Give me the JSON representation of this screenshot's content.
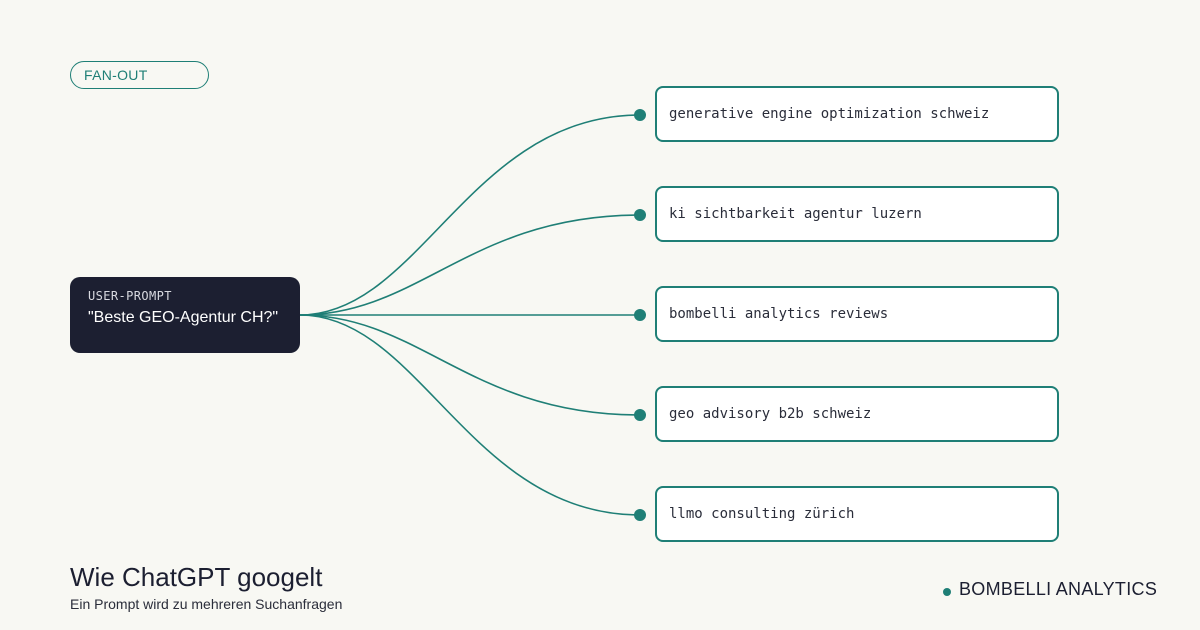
{
  "tag": {
    "label": "FAN-OUT"
  },
  "prompt": {
    "label": "USER-PROMPT",
    "text": "\"Beste GEO-Agentur CH?\""
  },
  "queries": [
    "generative engine optimization schweiz",
    "ki sichtbarkeit agentur luzern",
    "bombelli analytics reviews",
    "geo advisory b2b schweiz",
    "llmo consulting zürich"
  ],
  "footer": {
    "title": "Wie ChatGPT googelt",
    "subtitle": "Ein Prompt wird zu mehreren Suchanfragen"
  },
  "brand": {
    "name": "BOMBELLI ANALYTICS"
  },
  "colors": {
    "accent": "#1f7f76",
    "prompt_bg": "#1c1f31",
    "page_bg": "#f8f8f3"
  }
}
